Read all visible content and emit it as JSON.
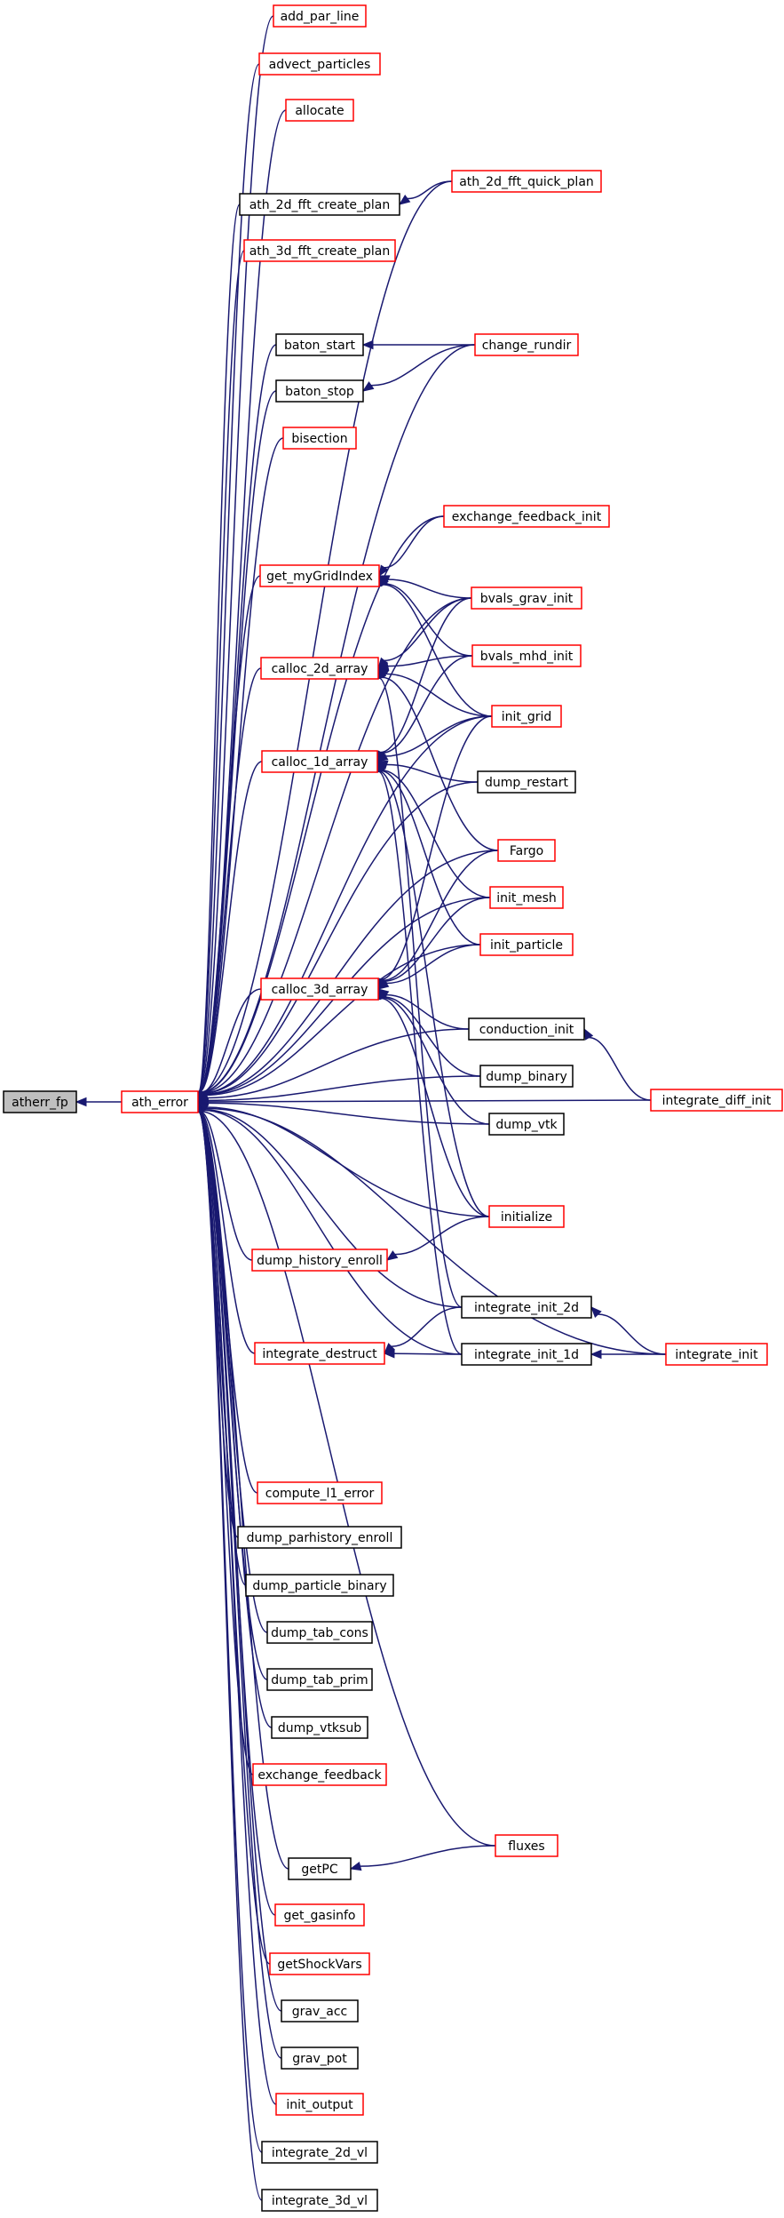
{
  "colors": {
    "edge": "#191970",
    "linked_border": "#ff0000",
    "plain_border": "#000000",
    "root_fill": "#bfbfbf",
    "node_fill": "#ffffff"
  },
  "nodes": [
    {
      "id": "atherr_fp",
      "label": "atherr_fp",
      "style": "root"
    },
    {
      "id": "ath_error",
      "label": "ath_error",
      "style": "linked"
    },
    {
      "id": "add_par_line",
      "label": "add_par_line",
      "style": "linked"
    },
    {
      "id": "advect_particles",
      "label": "advect_particles",
      "style": "linked"
    },
    {
      "id": "allocate",
      "label": "allocate",
      "style": "linked"
    },
    {
      "id": "ath_2d_fft_create_plan",
      "label": "ath_2d_fft_create_plan",
      "style": "plain"
    },
    {
      "id": "ath_2d_fft_quick_plan",
      "label": "ath_2d_fft_quick_plan",
      "style": "linked"
    },
    {
      "id": "ath_3d_fft_create_plan",
      "label": "ath_3d_fft_create_plan",
      "style": "linked"
    },
    {
      "id": "baton_start",
      "label": "baton_start",
      "style": "plain"
    },
    {
      "id": "change_rundir",
      "label": "change_rundir",
      "style": "linked"
    },
    {
      "id": "baton_stop",
      "label": "baton_stop",
      "style": "plain"
    },
    {
      "id": "bisection",
      "label": "bisection",
      "style": "linked"
    },
    {
      "id": "exchange_feedback_init",
      "label": "exchange_feedback_init",
      "style": "linked"
    },
    {
      "id": "get_myGridIndex",
      "label": "get_myGridIndex",
      "style": "linked"
    },
    {
      "id": "bvals_grav_init",
      "label": "bvals_grav_init",
      "style": "linked"
    },
    {
      "id": "calloc_2d_array",
      "label": "calloc_2d_array",
      "style": "linked"
    },
    {
      "id": "bvals_mhd_init",
      "label": "bvals_mhd_init",
      "style": "linked"
    },
    {
      "id": "init_grid",
      "label": "init_grid",
      "style": "linked"
    },
    {
      "id": "calloc_1d_array",
      "label": "calloc_1d_array",
      "style": "linked"
    },
    {
      "id": "dump_restart",
      "label": "dump_restart",
      "style": "plain"
    },
    {
      "id": "Fargo",
      "label": "Fargo",
      "style": "linked"
    },
    {
      "id": "init_mesh",
      "label": "init_mesh",
      "style": "linked"
    },
    {
      "id": "init_particle",
      "label": "init_particle",
      "style": "linked"
    },
    {
      "id": "calloc_3d_array",
      "label": "calloc_3d_array",
      "style": "linked"
    },
    {
      "id": "conduction_init",
      "label": "conduction_init",
      "style": "plain"
    },
    {
      "id": "dump_binary",
      "label": "dump_binary",
      "style": "plain"
    },
    {
      "id": "integrate_diff_init",
      "label": "integrate_diff_init",
      "style": "linked"
    },
    {
      "id": "dump_vtk",
      "label": "dump_vtk",
      "style": "plain"
    },
    {
      "id": "initialize",
      "label": "initialize",
      "style": "linked"
    },
    {
      "id": "dump_history_enroll",
      "label": "dump_history_enroll",
      "style": "linked"
    },
    {
      "id": "integrate_init_2d",
      "label": "integrate_init_2d",
      "style": "plain"
    },
    {
      "id": "integrate_destruct",
      "label": "integrate_destruct",
      "style": "linked"
    },
    {
      "id": "integrate_init_1d",
      "label": "integrate_init_1d",
      "style": "plain"
    },
    {
      "id": "integrate_init",
      "label": "integrate_init",
      "style": "linked"
    },
    {
      "id": "compute_l1_error",
      "label": "compute_l1_error",
      "style": "linked"
    },
    {
      "id": "dump_parhistory_enroll",
      "label": "dump_parhistory_enroll",
      "style": "plain"
    },
    {
      "id": "dump_particle_binary",
      "label": "dump_particle_binary",
      "style": "plain"
    },
    {
      "id": "dump_tab_cons",
      "label": "dump_tab_cons",
      "style": "plain"
    },
    {
      "id": "dump_tab_prim",
      "label": "dump_tab_prim",
      "style": "plain"
    },
    {
      "id": "dump_vtksub",
      "label": "dump_vtksub",
      "style": "plain"
    },
    {
      "id": "exchange_feedback",
      "label": "exchange_feedback",
      "style": "linked"
    },
    {
      "id": "fluxes",
      "label": "fluxes",
      "style": "linked"
    },
    {
      "id": "getPC",
      "label": "getPC",
      "style": "plain"
    },
    {
      "id": "get_gasinfo",
      "label": "get_gasinfo",
      "style": "linked"
    },
    {
      "id": "getShockVars",
      "label": "getShockVars",
      "style": "linked"
    },
    {
      "id": "grav_acc",
      "label": "grav_acc",
      "style": "plain"
    },
    {
      "id": "grav_pot",
      "label": "grav_pot",
      "style": "plain"
    },
    {
      "id": "init_output",
      "label": "init_output",
      "style": "linked"
    },
    {
      "id": "integrate_2d_vl",
      "label": "integrate_2d_vl",
      "style": "plain"
    },
    {
      "id": "integrate_3d_vl",
      "label": "integrate_3d_vl",
      "style": "plain"
    }
  ],
  "edges": [
    [
      "ath_error",
      "atherr_fp"
    ],
    [
      "add_par_line",
      "ath_error"
    ],
    [
      "advect_particles",
      "ath_error"
    ],
    [
      "allocate",
      "ath_error"
    ],
    [
      "ath_2d_fft_create_plan",
      "ath_error"
    ],
    [
      "ath_2d_fft_quick_plan",
      "ath_error"
    ],
    [
      "ath_2d_fft_quick_plan",
      "ath_2d_fft_create_plan"
    ],
    [
      "ath_3d_fft_create_plan",
      "ath_error"
    ],
    [
      "baton_start",
      "ath_error"
    ],
    [
      "change_rundir",
      "ath_error"
    ],
    [
      "change_rundir",
      "baton_start"
    ],
    [
      "change_rundir",
      "baton_stop"
    ],
    [
      "baton_stop",
      "ath_error"
    ],
    [
      "bisection",
      "ath_error"
    ],
    [
      "exchange_feedback_init",
      "ath_error"
    ],
    [
      "exchange_feedback_init",
      "get_myGridIndex"
    ],
    [
      "get_myGridIndex",
      "ath_error"
    ],
    [
      "bvals_grav_init",
      "ath_error"
    ],
    [
      "bvals_grav_init",
      "get_myGridIndex"
    ],
    [
      "bvals_grav_init",
      "calloc_2d_array"
    ],
    [
      "bvals_grav_init",
      "calloc_1d_array"
    ],
    [
      "calloc_2d_array",
      "ath_error"
    ],
    [
      "bvals_mhd_init",
      "get_myGridIndex"
    ],
    [
      "bvals_mhd_init",
      "calloc_2d_array"
    ],
    [
      "bvals_mhd_init",
      "calloc_1d_array"
    ],
    [
      "init_grid",
      "ath_error"
    ],
    [
      "init_grid",
      "get_myGridIndex"
    ],
    [
      "init_grid",
      "calloc_2d_array"
    ],
    [
      "init_grid",
      "calloc_1d_array"
    ],
    [
      "init_grid",
      "calloc_3d_array"
    ],
    [
      "calloc_1d_array",
      "ath_error"
    ],
    [
      "dump_restart",
      "ath_error"
    ],
    [
      "dump_restart",
      "calloc_1d_array"
    ],
    [
      "Fargo",
      "ath_error"
    ],
    [
      "Fargo",
      "calloc_2d_array"
    ],
    [
      "Fargo",
      "calloc_3d_array"
    ],
    [
      "init_mesh",
      "ath_error"
    ],
    [
      "init_mesh",
      "calloc_1d_array"
    ],
    [
      "init_mesh",
      "calloc_3d_array"
    ],
    [
      "init_particle",
      "ath_error"
    ],
    [
      "init_particle",
      "calloc_1d_array"
    ],
    [
      "init_particle",
      "calloc_3d_array"
    ],
    [
      "calloc_3d_array",
      "ath_error"
    ],
    [
      "conduction_init",
      "ath_error"
    ],
    [
      "conduction_init",
      "calloc_3d_array"
    ],
    [
      "integrate_diff_init",
      "ath_error"
    ],
    [
      "integrate_diff_init",
      "conduction_init"
    ],
    [
      "dump_binary",
      "ath_error"
    ],
    [
      "dump_binary",
      "calloc_3d_array"
    ],
    [
      "dump_vtk",
      "ath_error"
    ],
    [
      "dump_vtk",
      "calloc_3d_array"
    ],
    [
      "initialize",
      "ath_error"
    ],
    [
      "initialize",
      "calloc_1d_array"
    ],
    [
      "initialize",
      "calloc_3d_array"
    ],
    [
      "initialize",
      "dump_history_enroll"
    ],
    [
      "dump_history_enroll",
      "ath_error"
    ],
    [
      "integrate_init_2d",
      "ath_error"
    ],
    [
      "integrate_init_2d",
      "calloc_2d_array"
    ],
    [
      "integrate_init_2d",
      "integrate_destruct"
    ],
    [
      "integrate_destruct",
      "ath_error"
    ],
    [
      "integrate_init_1d",
      "ath_error"
    ],
    [
      "integrate_init_1d",
      "calloc_1d_array"
    ],
    [
      "integrate_init_1d",
      "integrate_destruct"
    ],
    [
      "integrate_init",
      "ath_error"
    ],
    [
      "integrate_init",
      "integrate_init_2d"
    ],
    [
      "integrate_init",
      "integrate_init_1d"
    ],
    [
      "compute_l1_error",
      "ath_error"
    ],
    [
      "dump_parhistory_enroll",
      "ath_error"
    ],
    [
      "dump_particle_binary",
      "ath_error"
    ],
    [
      "dump_tab_cons",
      "ath_error"
    ],
    [
      "dump_tab_prim",
      "ath_error"
    ],
    [
      "dump_vtksub",
      "ath_error"
    ],
    [
      "exchange_feedback",
      "ath_error"
    ],
    [
      "fluxes",
      "ath_error"
    ],
    [
      "fluxes",
      "getPC"
    ],
    [
      "getPC",
      "ath_error"
    ],
    [
      "get_gasinfo",
      "ath_error"
    ],
    [
      "getShockVars",
      "ath_error"
    ],
    [
      "grav_acc",
      "ath_error"
    ],
    [
      "grav_pot",
      "ath_error"
    ],
    [
      "init_output",
      "ath_error"
    ],
    [
      "integrate_2d_vl",
      "ath_error"
    ],
    [
      "integrate_3d_vl",
      "ath_error"
    ]
  ]
}
